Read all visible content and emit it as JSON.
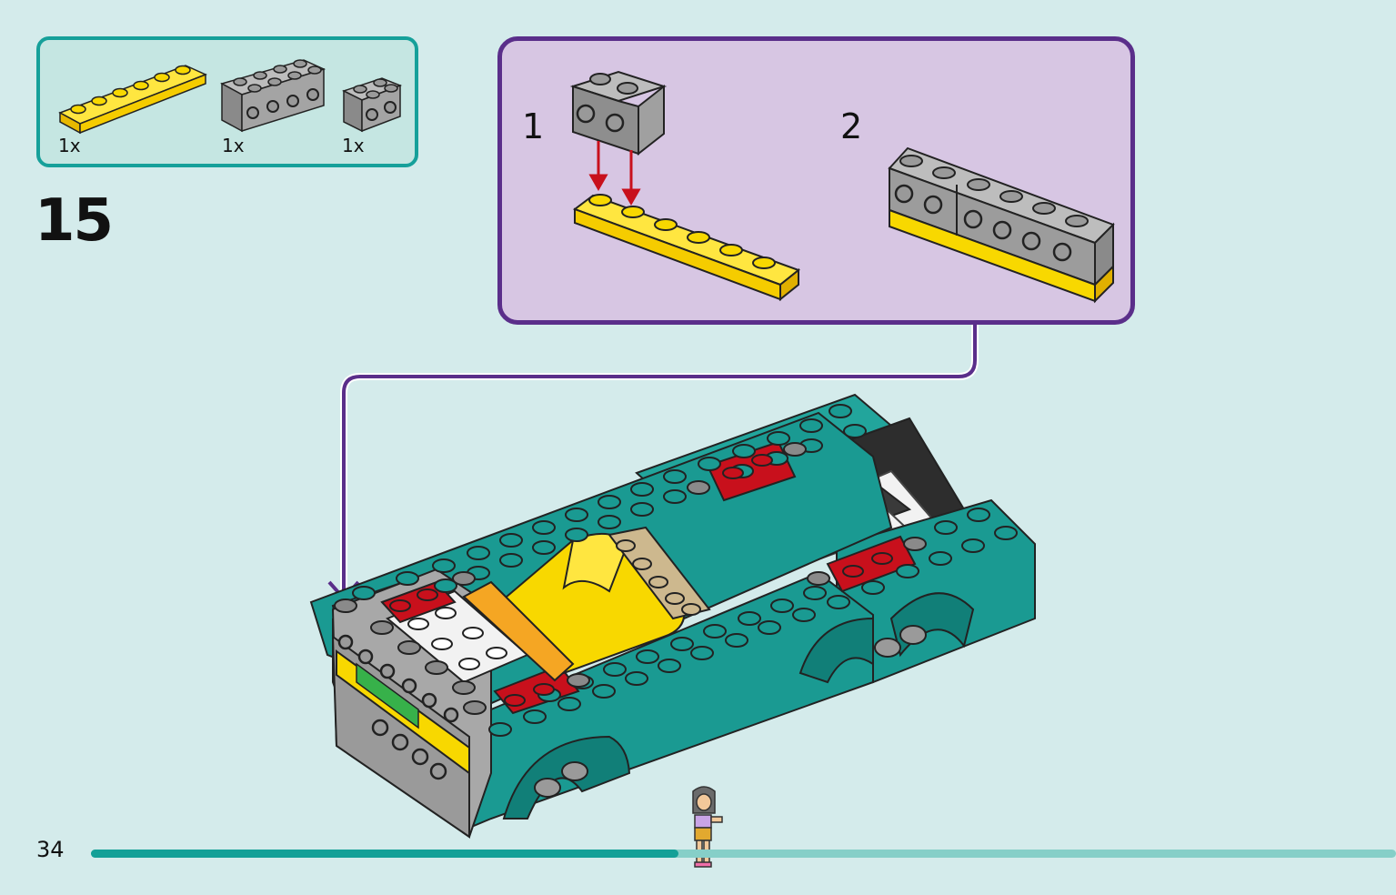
{
  "page": {
    "step_number": "15",
    "page_number": "34",
    "progress": 0.45
  },
  "parts": [
    {
      "name": "yellow-plate-1x6",
      "qty": "1x"
    },
    {
      "name": "gray-brick-1x4-side-studs",
      "qty": "1x"
    },
    {
      "name": "gray-brick-1x2-side-studs",
      "qty": "1x"
    }
  ],
  "substeps": [
    {
      "number": "1"
    },
    {
      "number": "2"
    }
  ],
  "colors": {
    "teal": "#1a9a92",
    "purple": "#5a2e8a",
    "yellow": "#f8d800",
    "gray": "#9d9d9d",
    "red": "#c8101c",
    "background": "#d4ebeb",
    "sub_box": "#d7c6e3",
    "parts_box": "#c5e6e2"
  }
}
